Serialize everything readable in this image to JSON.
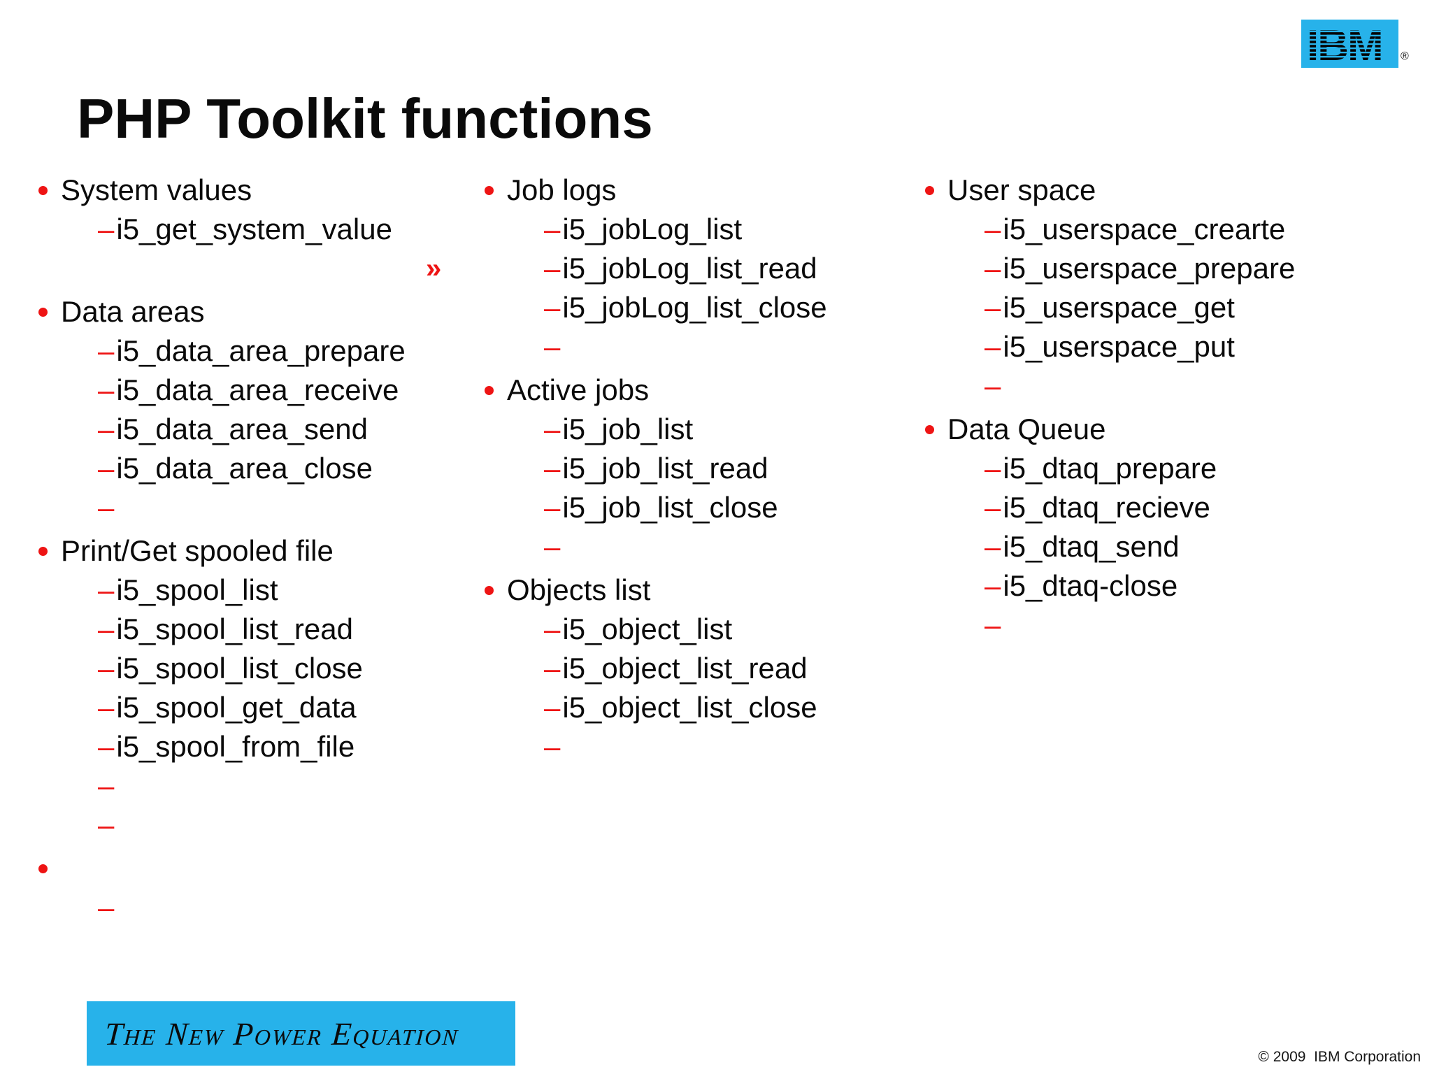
{
  "slide_title": "PHP Toolkit functions",
  "logo": {
    "brand": "IBM",
    "registered_mark": "®"
  },
  "tagline": "The New Power Equation",
  "footer": {
    "copyright": "© 2009  IBM Corporation"
  },
  "glyphs": {
    "dash": "–",
    "chevron": "»"
  },
  "colors": {
    "bullet_red": "#ee1414",
    "ibm_cyan": "#27b2ea",
    "text": "#0a0a0a"
  },
  "columns": [
    {
      "blocks": [
        {
          "heading": "System values",
          "items": [
            "i5_get_system_value",
            {
              "chevron": true
            }
          ]
        },
        {
          "heading": "Data areas",
          "items": [
            "i5_data_area_prepare",
            "i5_data_area_receive",
            "i5_data_area_send",
            "i5_data_area_close",
            ""
          ]
        },
        {
          "heading": "Print/Get spooled file",
          "items": [
            "i5_spool_list",
            "i5_spool_list_read",
            "i5_spool_list_close",
            "i5_spool_get_data",
            "i5_spool_from_file",
            "",
            ""
          ]
        },
        {
          "heading": "",
          "items": [
            ""
          ]
        }
      ]
    },
    {
      "blocks": [
        {
          "heading": "Job logs",
          "items": [
            "i5_jobLog_list",
            "i5_jobLog_list_read",
            "i5_jobLog_list_close",
            ""
          ]
        },
        {
          "heading": "Active jobs",
          "items": [
            "i5_job_list",
            "i5_job_list_read",
            "i5_job_list_close",
            ""
          ]
        },
        {
          "heading": "Objects list",
          "items": [
            "i5_object_list",
            "i5_object_list_read",
            "i5_object_list_close",
            ""
          ]
        }
      ]
    },
    {
      "blocks": [
        {
          "heading": "User space",
          "items": [
            "i5_userspace_crearte",
            "i5_userspace_prepare",
            "i5_userspace_get",
            "i5_userspace_put",
            ""
          ]
        },
        {
          "heading": "Data Queue",
          "items": [
            "i5_dtaq_prepare",
            "i5_dtaq_recieve",
            "i5_dtaq_send",
            "i5_dtaq-close",
            ""
          ]
        }
      ]
    }
  ]
}
